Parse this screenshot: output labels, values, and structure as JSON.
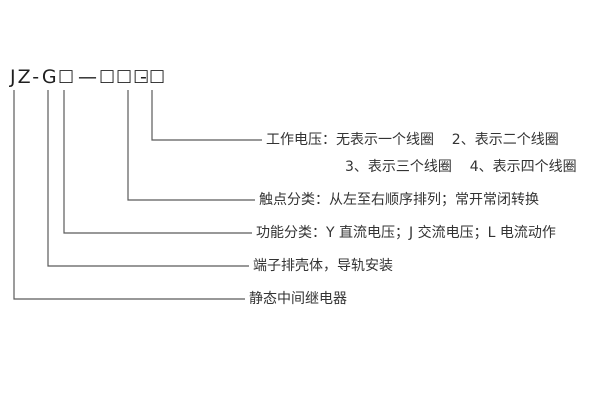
{
  "model_code": {
    "prefix": "JZ-G",
    "box_function": "□",
    "dash_long": "—",
    "boxes_contacts": "□□□",
    "dash_short": "-",
    "box_voltage": "□"
  },
  "callouts": {
    "working_voltage_line1": "工作电压：无表示一个线圈    2、表示二个线圈",
    "working_voltage_line2": "3、表示三个线圈    4、表示四个线圈",
    "contacts": "触点分类：从左至右顺序排列；常开常闭转换",
    "function": "功能分类：Y 直流电压；J 交流电压；L 电流动作",
    "housing": "端子排壳体，导轨安装",
    "relay_type": "静态中间继电器"
  }
}
